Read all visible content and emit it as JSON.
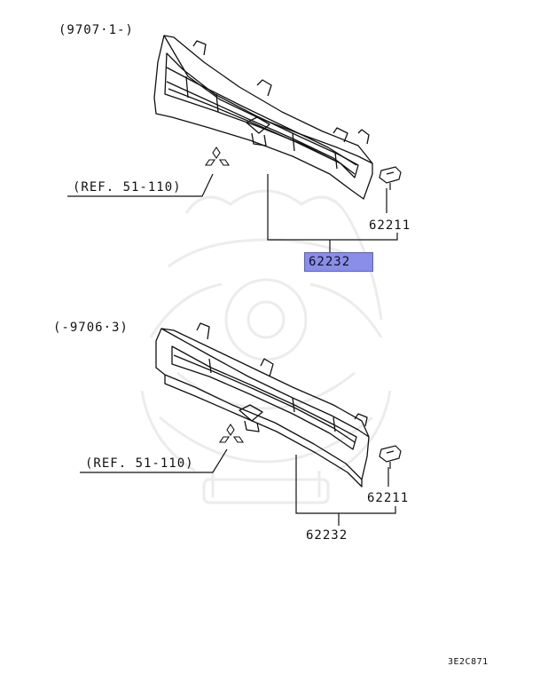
{
  "groups": {
    "upper": {
      "date_range": "(9707·1-)",
      "reference": "(REF. 51-110)",
      "bracket_part": "62211",
      "grille_part": "62232",
      "highlight_color": "#8a8ee8"
    },
    "lower": {
      "date_range": "(-9706·3)",
      "reference": "(REF. 51-110)",
      "bracket_part": "62211",
      "grille_part": "62232"
    }
  },
  "illustration_code": "3E2C871",
  "icons": {
    "watermark": "samurai-helmet-watermark-icon",
    "emblem": "three-diamond-emblem-icon",
    "bracket": "grille-bracket-icon"
  }
}
